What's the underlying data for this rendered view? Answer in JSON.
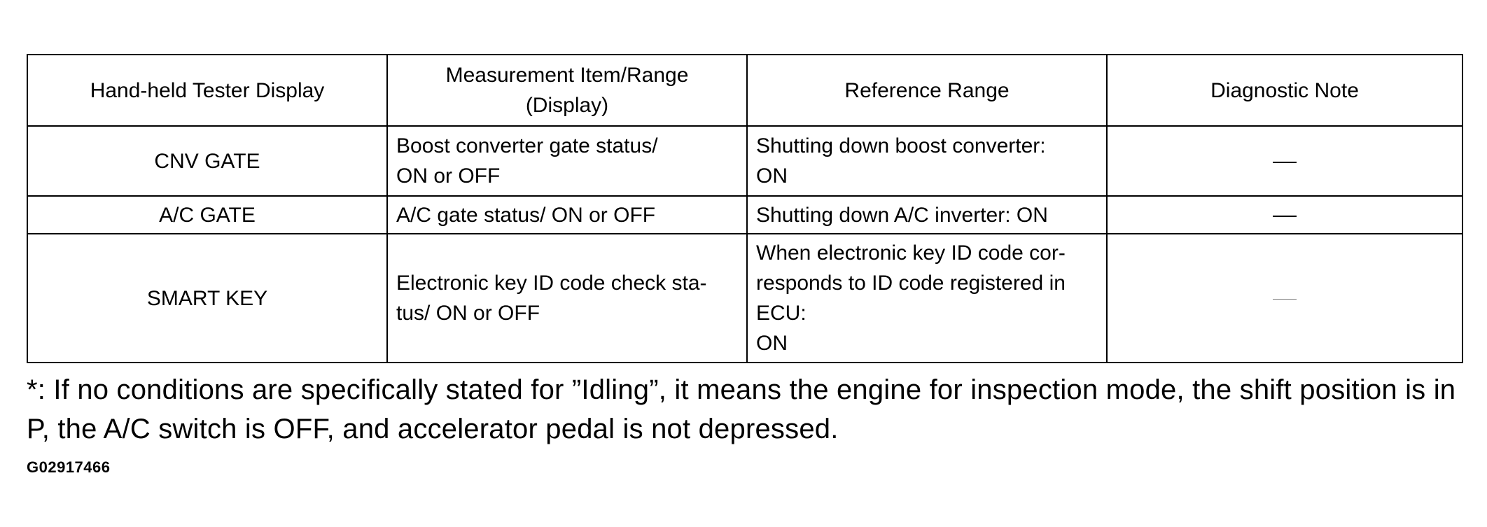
{
  "table": {
    "headers": [
      "Hand-held Tester Display",
      "Measurement Item/Range\n(Display)",
      "Reference Range",
      "Diagnostic Note"
    ],
    "rows": [
      {
        "display": "CNV GATE",
        "measurement": "Boost converter gate status/\nON or OFF",
        "reference": "Shutting down boost converter:\nON",
        "note": "—"
      },
      {
        "display": "A/C GATE",
        "measurement": "A/C gate status/ ON or OFF",
        "reference": "Shutting down A/C inverter: ON",
        "note": "—"
      },
      {
        "display": "SMART KEY",
        "measurement": "Electronic key ID code check sta-\ntus/ ON or OFF",
        "reference": "When electronic key ID code cor-\nresponds to ID code registered in\nECU:\nON",
        "note": "—"
      }
    ]
  },
  "footnote": "*: If no conditions are specifically stated for ”Idling”, it means the engine for inspection mode, the shift position is in P, the A/C switch is OFF, and accelerator pedal is not depressed.",
  "figure_code": "G02917466"
}
